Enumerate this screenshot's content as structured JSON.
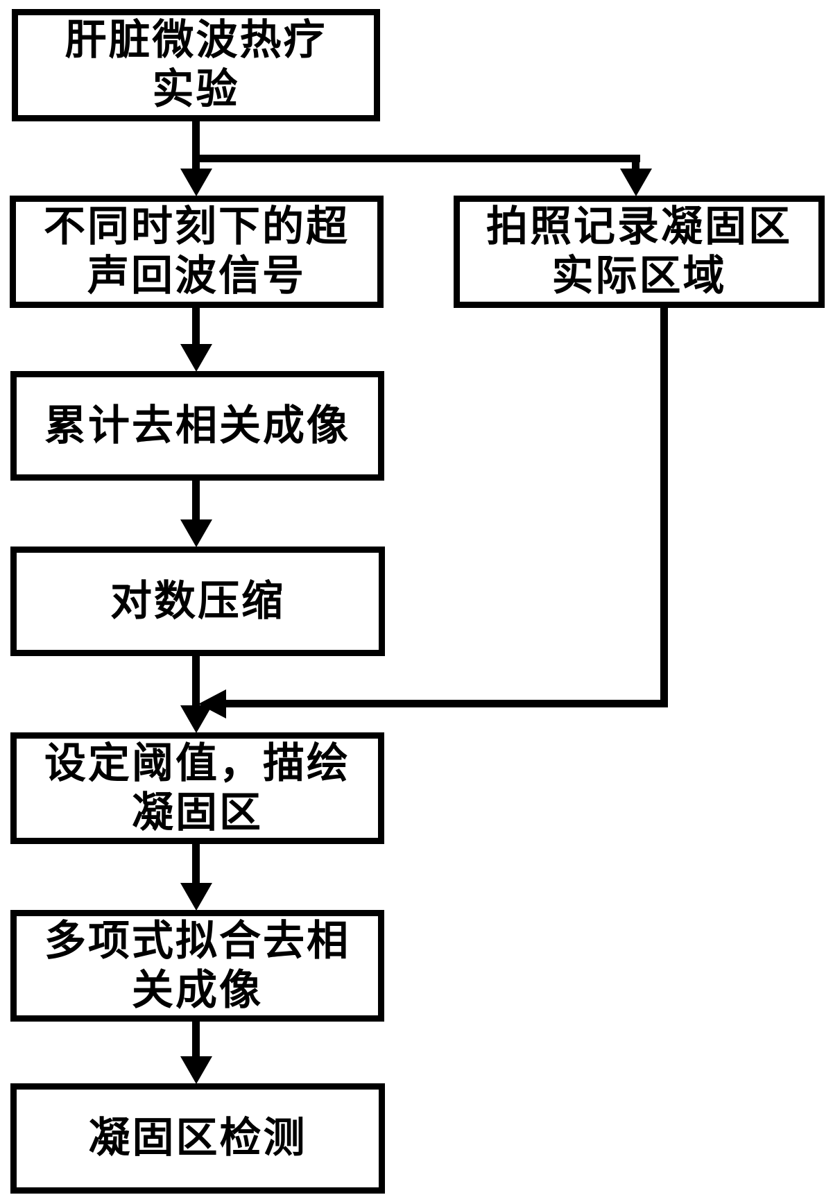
{
  "diagram": {
    "title": "Liver microwave ablation coagulation-zone detection flowchart",
    "background_color": "#ffffff",
    "line_color": "#000000",
    "nodes": [
      {
        "id": "experiment",
        "lines": [
          "肝脏微波热疗",
          "实验"
        ]
      },
      {
        "id": "echo-signals",
        "lines": [
          "不同时刻下的超",
          "声回波信号"
        ]
      },
      {
        "id": "photo-record",
        "lines": [
          "拍照记录凝固区",
          "实际区域"
        ]
      },
      {
        "id": "cumulative-decorrelation",
        "lines": [
          "累计去相关成像"
        ]
      },
      {
        "id": "log-compression",
        "lines": [
          "对数压缩"
        ]
      },
      {
        "id": "threshold-delineation",
        "lines": [
          "设定阈值，描绘",
          "凝固区"
        ]
      },
      {
        "id": "polynomial-fit-decorrelation",
        "lines": [
          "多项式拟合去相",
          "关成像"
        ]
      },
      {
        "id": "coagulation-detection",
        "lines": [
          "凝固区检测"
        ]
      }
    ],
    "edges": [
      {
        "from": "experiment",
        "to": "echo-signals"
      },
      {
        "from": "experiment",
        "to": "photo-record"
      },
      {
        "from": "echo-signals",
        "to": "cumulative-decorrelation"
      },
      {
        "from": "cumulative-decorrelation",
        "to": "log-compression"
      },
      {
        "from": "log-compression",
        "to": "threshold-delineation"
      },
      {
        "from": "photo-record",
        "to": "threshold-delineation"
      },
      {
        "from": "threshold-delineation",
        "to": "polynomial-fit-decorrelation"
      },
      {
        "from": "polynomial-fit-decorrelation",
        "to": "coagulation-detection"
      }
    ]
  }
}
